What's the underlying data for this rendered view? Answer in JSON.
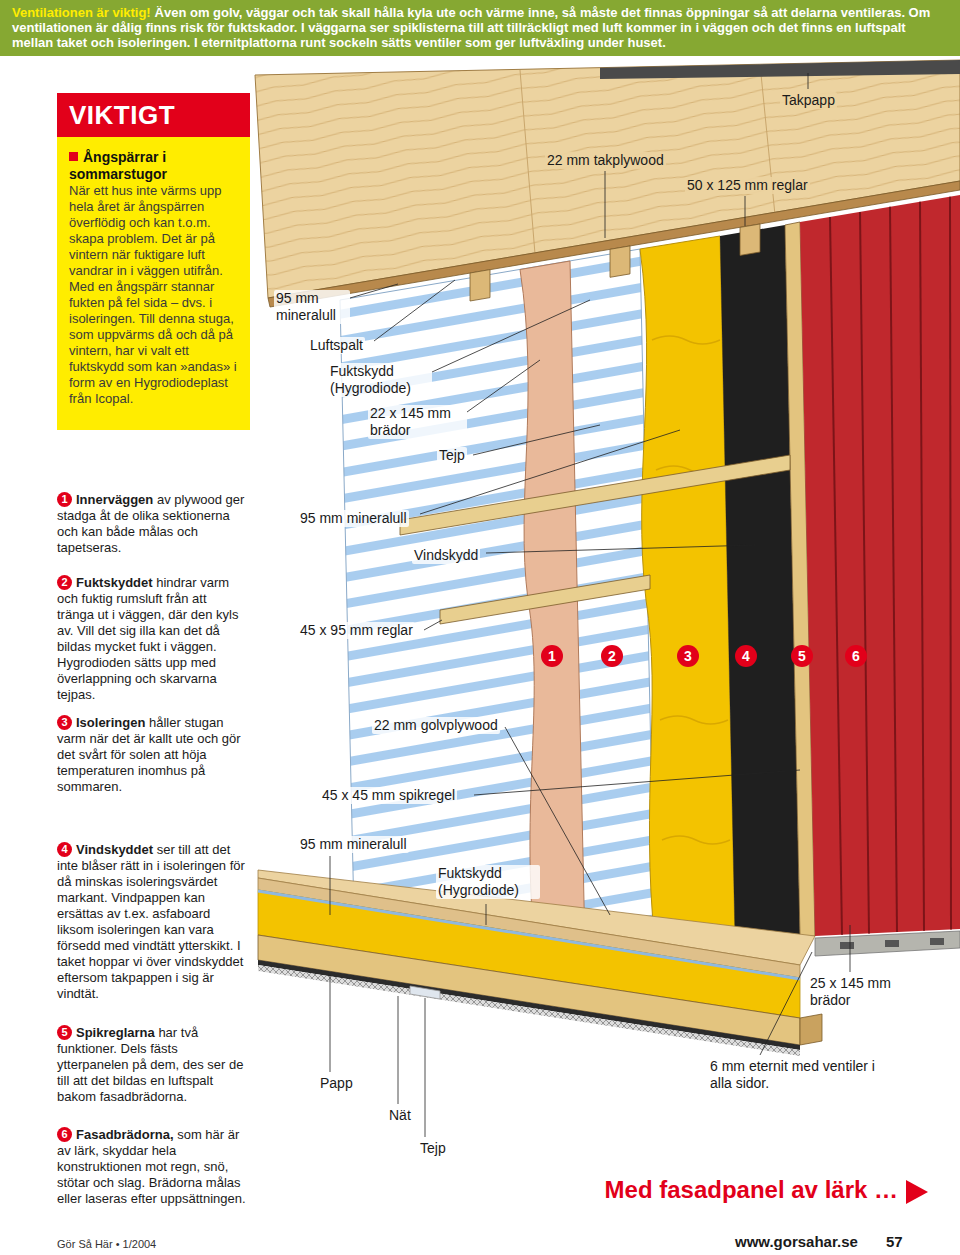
{
  "diagram": {
    "nodes": [
      {
        "text": [
          "Ventilationen är viktig!",
          "Även om golv, väggar och tak skall hålla kyla ute och värme inne, så måste det finnas öppningar så att delarna ventileras. Om ventilationen är dålig finns risk för fuktskador. I väggarna ser spiklisterna till att tillräckligt med luft kommer in i väggen och det finns en luftspalt mellan taket och isoleringen. I eternitplattorna runt sockeln sätts ventiler som ger luftväxling under huset."
        ]
      },
      {
        "text": [
          "VIKTIGT",
          "Ångspärrar i sommarstugor",
          "När ett hus inte värms upp hela året är ångspärren överflödig och kan t.o.m. skapa problem. Det är på vintern när fuktigare luft vandrar in i väggen utifrån. Med en ångspärr stannar fukten på fel sida – dvs. i isoleringen. Till denna stuga, som uppvärms då och då på vintern, har vi valt ett fuktskydd som kan »andas» i form av en Hygrodiodeplast från Icopal."
        ]
      }
    ],
    "labels": [
      "Takpapp",
      "22 mm takplywood",
      "50 x 125 mm reglar",
      "95 mm mineralull",
      "Luftspalt",
      "Fuktskydd (Hygrodiode)",
      "22 x 145 mm brädor",
      "Tejp",
      "95 mm mineralull",
      "Vindskydd",
      "45 x 95 mm reglar",
      "1",
      "2",
      "3",
      "4",
      "5",
      "6",
      "22 mm golvplywood",
      "45 x 45 mm spikregel",
      "95 mm mineralull",
      "Fuktskydd (Hygrodiode)",
      "25 x 145 mm brädor",
      "6 mm eternit med ventiler i alla sidor.",
      "Papp",
      "Nät",
      "Tejp",
      "1",
      "Innerväggen",
      "av plywood ger stadga åt de olika sektionerna och kan både målas och tapetseras.",
      "2",
      "Fuktskyddet",
      "hindrar varm och fuktig rumsluft från att tränga ut i väggen, där den kyls av. Vill det sig illa kan det då bildas mycket fukt i väggen. Hygrodioden sätts upp med överlappning och skarvarna tejpas.",
      "3",
      "Isoleringen",
      "håller stugan varm när det är kallt ute och gör det svårt för solen att höja temperaturen inomhus på sommaren.",
      "4",
      "Vindskyddet",
      "ser till att det inte blåser rätt in i isoleringen för då minskas isoleringsvärdet markant. Vindpappen kan ersättas av t.ex. asfaboard liksom isoleringen kan vara försedd med vindtätt ytterskikt. I taket hoppar vi över vindskyddet eftersom takpappen i sig är vindtät.",
      "5",
      "Spikreglarna",
      "har två funktioner. Dels fästs ytterpanelen på dem, des ser de till att det bildas en luftspalt bakom fasadbrädorna.",
      "6",
      "Fasadbrädorna,",
      "som här är av lärk, skyddar hela konstruktionen mot regn, snö, stötar och slag. Brädorna målas eller laseras efter uppsättningen.",
      "Med fasadpanel av lärk …",
      "Gör Så Här • 1/2004",
      "www.gorsahar.se",
      "57"
    ]
  }
}
